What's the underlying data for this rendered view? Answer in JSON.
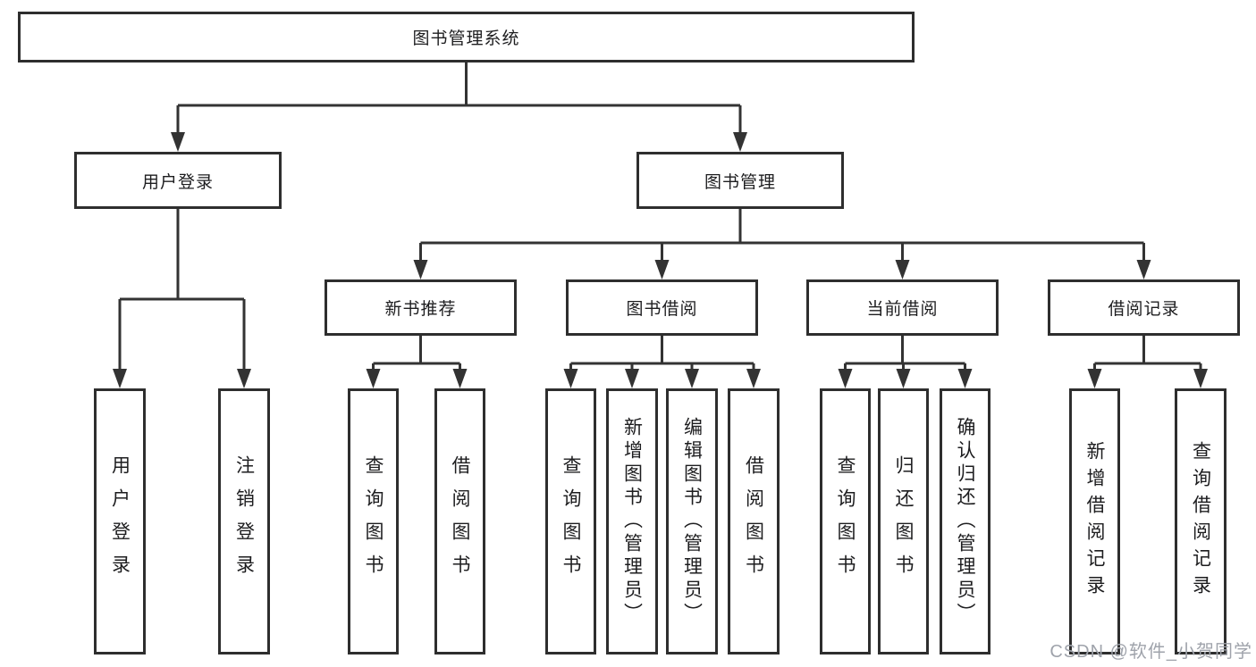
{
  "diagram": {
    "root": {
      "label": "图书管理系统"
    },
    "level2": [
      {
        "label": "用户登录"
      },
      {
        "label": "图书管理"
      }
    ],
    "level3": [
      {
        "label": "新书推荐",
        "parent": "图书管理"
      },
      {
        "label": "图书借阅",
        "parent": "图书管理"
      },
      {
        "label": "当前借阅",
        "parent": "图书管理"
      },
      {
        "label": "借阅记录",
        "parent": "图书管理"
      }
    ],
    "level4": [
      {
        "label": "用户登录",
        "parent": "用户登录"
      },
      {
        "label": "注销登录",
        "parent": "用户登录"
      },
      {
        "label": "查询图书",
        "parent": "新书推荐"
      },
      {
        "label": "借阅图书",
        "parent": "新书推荐"
      },
      {
        "label": "查询图书",
        "parent": "图书借阅"
      },
      {
        "label": "新增图书（管理员）",
        "parent": "图书借阅"
      },
      {
        "label": "编辑图书（管理员）",
        "parent": "图书借阅"
      },
      {
        "label": "借阅图书",
        "parent": "图书借阅"
      },
      {
        "label": "查询图书",
        "parent": "当前借阅"
      },
      {
        "label": "归还图书",
        "parent": "当前借阅"
      },
      {
        "label": "确认归还（管理员）",
        "parent": "当前借阅"
      },
      {
        "label": "新增借阅记录",
        "parent": "借阅记录"
      },
      {
        "label": "查询借阅记录",
        "parent": "借阅记录"
      }
    ]
  },
  "watermark": {
    "text": "CSDN @软件_小贺同学"
  },
  "colors": {
    "line": "#333333",
    "border": "#2e2e2e",
    "text": "#1d1d1f",
    "watermark": "#9fa3ab",
    "background": "#ffffff"
  }
}
